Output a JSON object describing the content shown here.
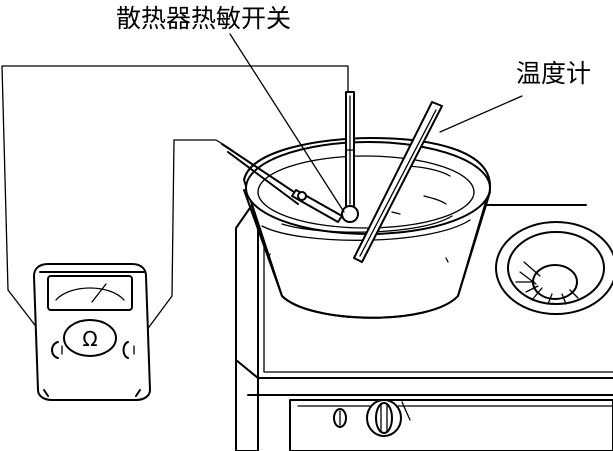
{
  "labels": {
    "thermistor_switch": "散热器热敏开关",
    "thermometer": "温度计",
    "ohm_symbol": "Ω"
  },
  "colors": {
    "line": "#000000",
    "background": "#ffffff"
  }
}
